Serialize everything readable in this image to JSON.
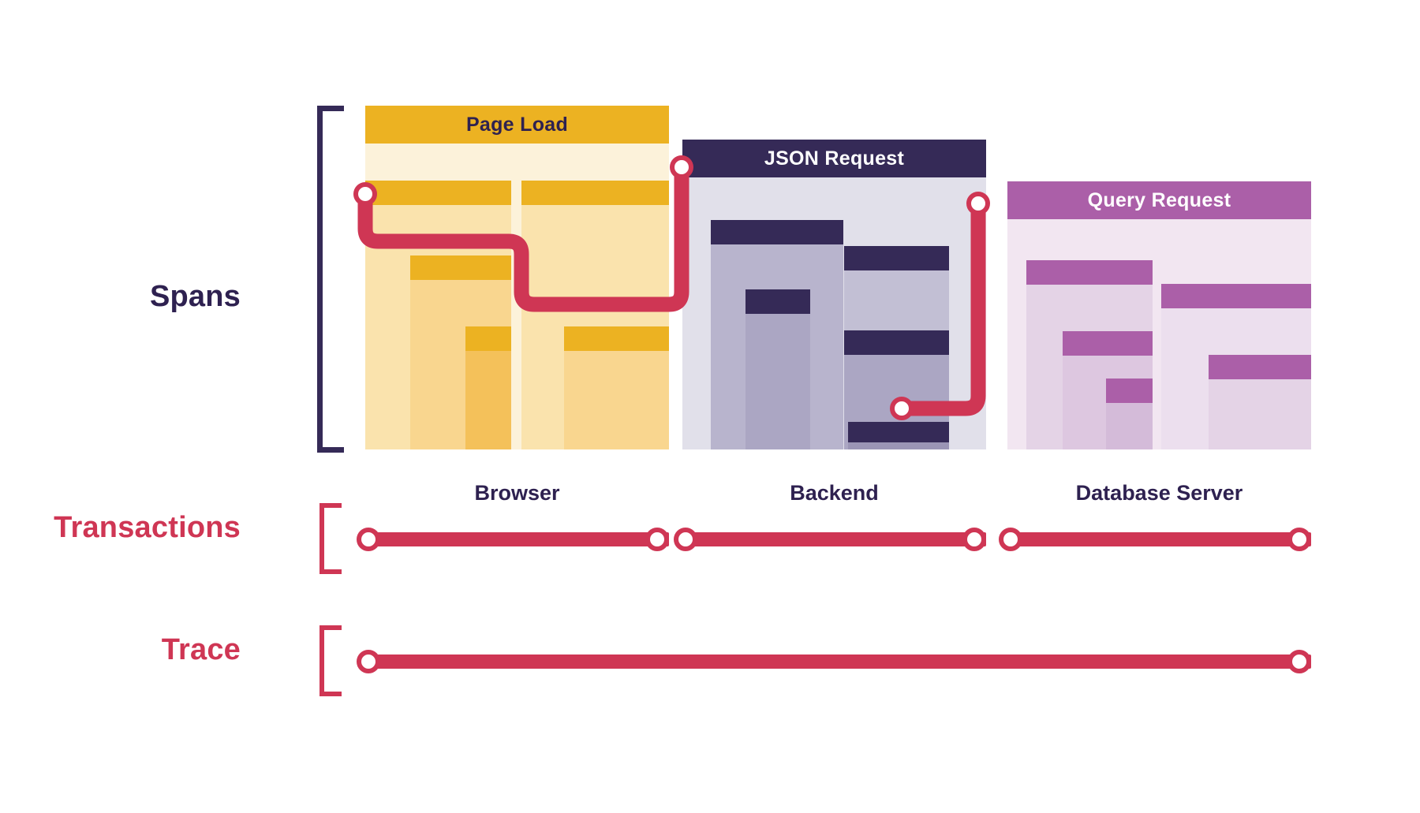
{
  "diagram": {
    "title_rows": {
      "spans": "Spans",
      "transactions": "Transactions",
      "trace": "Trace"
    },
    "colors": {
      "browser_accent": "#ecb222",
      "browser_header_text": "#2e2150",
      "backend_accent": "#352a57",
      "backend_header_text": "#ffffff",
      "database_accent": "#ab5fa8",
      "database_header_text": "#ffffff",
      "trace_red": "#cf3654",
      "dark_navy": "#2e2150",
      "bracket_navy": "#352a57",
      "page_background": "#ffffff"
    },
    "services": [
      {
        "id": "browser",
        "header_label": "Page Load",
        "caption": "Browser",
        "spans": [
          {
            "name": "browser-span-1",
            "depth": 1
          },
          {
            "name": "browser-span-2",
            "depth": 2
          },
          {
            "name": "browser-span-3",
            "depth": 3
          },
          {
            "name": "browser-span-4",
            "depth": 1
          },
          {
            "name": "browser-span-5",
            "depth": 2
          }
        ]
      },
      {
        "id": "backend",
        "header_label": "JSON Request",
        "caption": "Backend",
        "spans": [
          {
            "name": "backend-span-1",
            "depth": 1
          },
          {
            "name": "backend-span-2",
            "depth": 2
          },
          {
            "name": "backend-span-3",
            "depth": 1
          },
          {
            "name": "backend-span-4",
            "depth": 2
          },
          {
            "name": "backend-span-5",
            "depth": 3
          }
        ]
      },
      {
        "id": "database",
        "header_label": "Query Request",
        "caption": "Database Server",
        "spans": [
          {
            "name": "database-span-1",
            "depth": 1
          },
          {
            "name": "database-span-2",
            "depth": 2
          },
          {
            "name": "database-span-3",
            "depth": 3
          },
          {
            "name": "database-span-4",
            "depth": 1
          },
          {
            "name": "database-span-5",
            "depth": 2
          }
        ]
      }
    ],
    "transactions_row": {
      "segments": [
        {
          "name": "transaction-browser",
          "start_label": "Browser"
        },
        {
          "name": "transaction-backend",
          "start_label": "Backend"
        },
        {
          "name": "transaction-database",
          "start_label": "Database Server"
        }
      ],
      "node_count": 6
    },
    "trace_row": {
      "node_count": 2
    }
  }
}
